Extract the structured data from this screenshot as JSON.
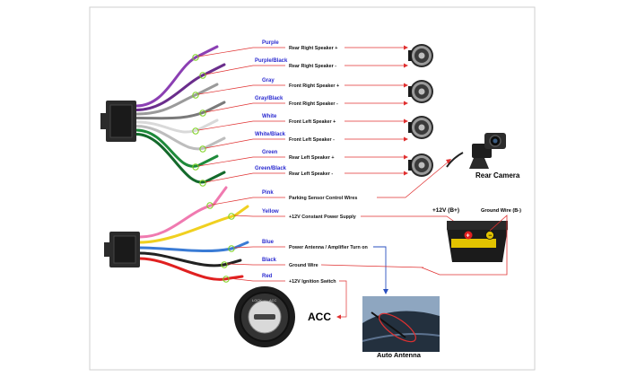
{
  "connector1": {
    "wires": [
      {
        "color_label": "Purple",
        "function": "Rear Right Speaker +",
        "wire_color": "#8b3fb3"
      },
      {
        "color_label": "Purple/Black",
        "function": "Rear Right Speaker -",
        "wire_color": "#6a2d8c"
      },
      {
        "color_label": "Gray",
        "function": "Front Right Speaker +",
        "wire_color": "#9a9a9a"
      },
      {
        "color_label": "Gray/Black",
        "function": "Front Right Speaker -",
        "wire_color": "#7a7a7a"
      },
      {
        "color_label": "White",
        "function": "Front Left Speaker +",
        "wire_color": "#d9d9d9"
      },
      {
        "color_label": "White/Black",
        "function": "Front Left Speaker -",
        "wire_color": "#bdbdbd"
      },
      {
        "color_label": "Green",
        "function": "Rear Left Speaker +",
        "wire_color": "#1e8a3a"
      },
      {
        "color_label": "Green/Black",
        "function": "Rear Left Speaker -",
        "wire_color": "#146a2b"
      }
    ]
  },
  "connector2": {
    "wires": [
      {
        "color_label": "Pink",
        "function": "Parking Sensor Control Wires",
        "wire_color": "#f07ab0"
      },
      {
        "color_label": "Yellow",
        "function": "+12V Constant Power Supply",
        "wire_color": "#f0d020"
      },
      {
        "color_label": "Blue",
        "function": "Power Antenna / Amplifier Turn on",
        "wire_color": "#3a7bd5"
      },
      {
        "color_label": "Black",
        "function": "Ground Wire",
        "wire_color": "#222222"
      },
      {
        "color_label": "Red",
        "function": "+12V Ignition Switch",
        "wire_color": "#e02020"
      }
    ]
  },
  "labels": {
    "rear_camera": "Rear Camera",
    "battery_positive": "+12V  (B+)",
    "ground_wire": "Ground Wire (B-)",
    "acc": "ACC",
    "auto_antenna": "Auto Antenna"
  },
  "colors": {
    "leader_line": "#e03030",
    "marker_ring": "#7ed321",
    "label_text": "#2a2ad0",
    "antenna_arrow": "#2a4fbf"
  },
  "icons": [
    "speaker-icon",
    "rear-camera-icon",
    "car-battery-icon",
    "ignition-switch-icon",
    "auto-antenna-icon",
    "wire-connector-icon"
  ]
}
